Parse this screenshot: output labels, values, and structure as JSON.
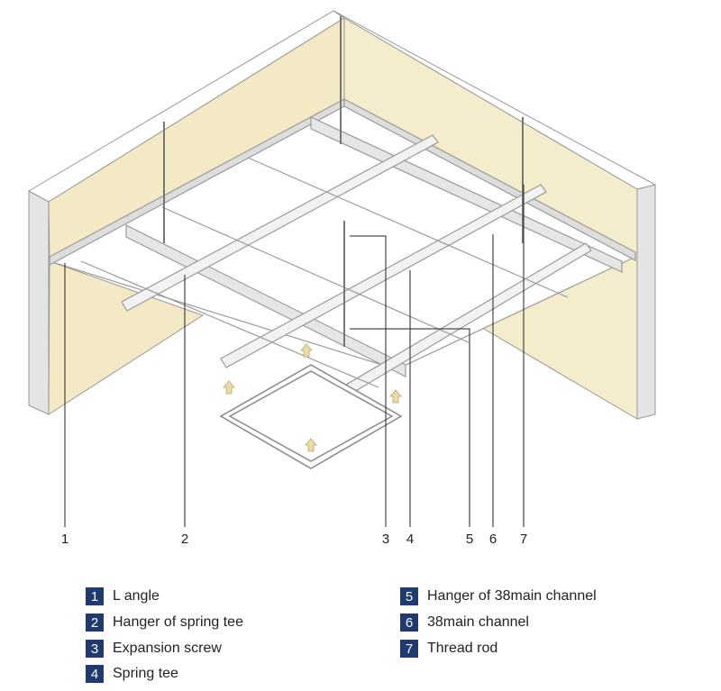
{
  "callouts": [
    "1",
    "2",
    "3",
    "4",
    "5",
    "6",
    "7"
  ],
  "legend": [
    {
      "num": "1",
      "label": "L angle"
    },
    {
      "num": "2",
      "label": "Hanger of spring tee"
    },
    {
      "num": "3",
      "label": "Expansion screw"
    },
    {
      "num": "4",
      "label": "Spring tee"
    },
    {
      "num": "5",
      "label": "Hanger of 38main channel"
    },
    {
      "num": "6",
      "label": "38main channel"
    },
    {
      "num": "7",
      "label": "Thread rod"
    }
  ],
  "colors": {
    "badge": "#1f3a6e",
    "wall": "#f3e9c4",
    "arrow": "#e8dba8"
  }
}
